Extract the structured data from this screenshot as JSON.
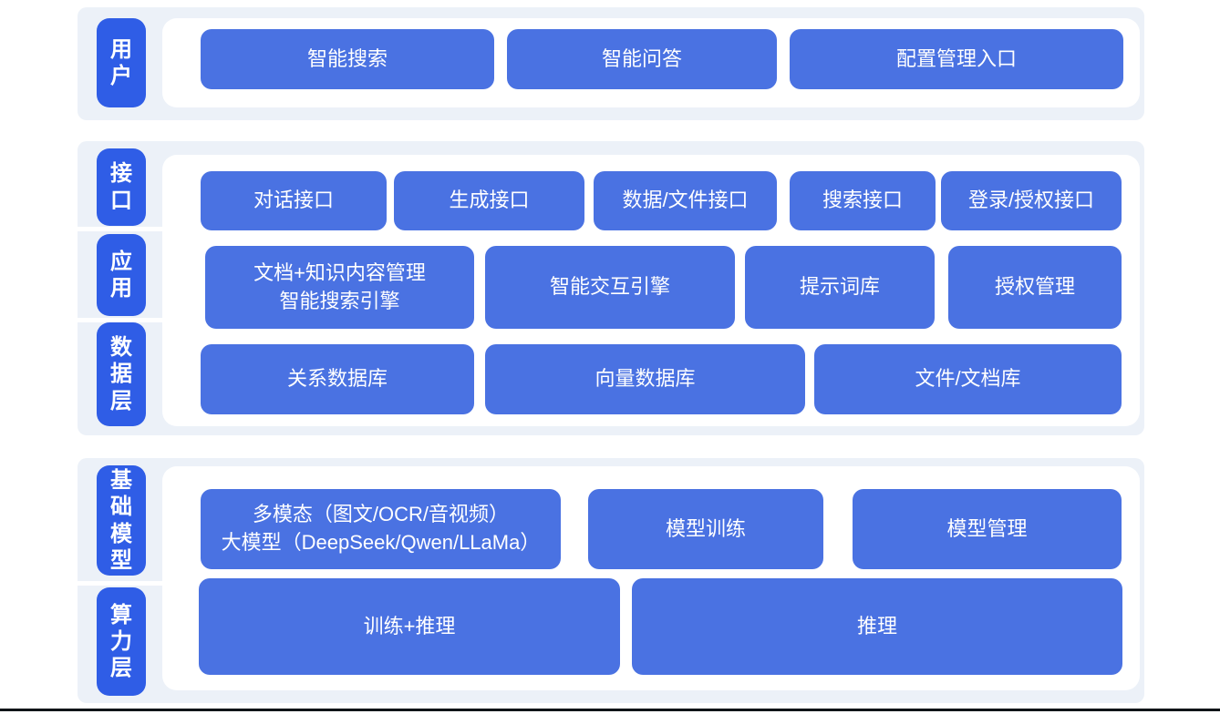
{
  "colors": {
    "page_bg": "#ffffff",
    "band_bg": "#ecf1f8",
    "panel_bg": "#ffffff",
    "pill_bg": "#2f5de6",
    "box_bg": "#4a72e2",
    "text_color": "#ffffff",
    "bottom_line": "#101418"
  },
  "layers": {
    "user": {
      "label": "用户",
      "boxes": [
        "智能搜索",
        "智能问答",
        "配置管理入口"
      ]
    },
    "interface": {
      "label": "接口",
      "boxes": [
        "对话接口",
        "生成接口",
        "数据/文件接口",
        "搜索接口",
        "登录/授权接口"
      ]
    },
    "application": {
      "label": "应用",
      "boxes": [
        "文档+知识内容管理\n智能搜索引擎",
        "智能交互引擎",
        "提示词库",
        "授权管理"
      ]
    },
    "data": {
      "label": "数据层",
      "boxes": [
        "关系数据库",
        "向量数据库",
        "文件/文档库"
      ]
    },
    "foundation": {
      "label": "基础模型",
      "boxes": [
        "多模态（图文/OCR/音视频）\n大模型（DeepSeek/Qwen/LLaMa）",
        "模型训练",
        "模型管理"
      ]
    },
    "compute": {
      "label": "算力层",
      "boxes": [
        "训练+推理",
        "推理"
      ]
    }
  }
}
